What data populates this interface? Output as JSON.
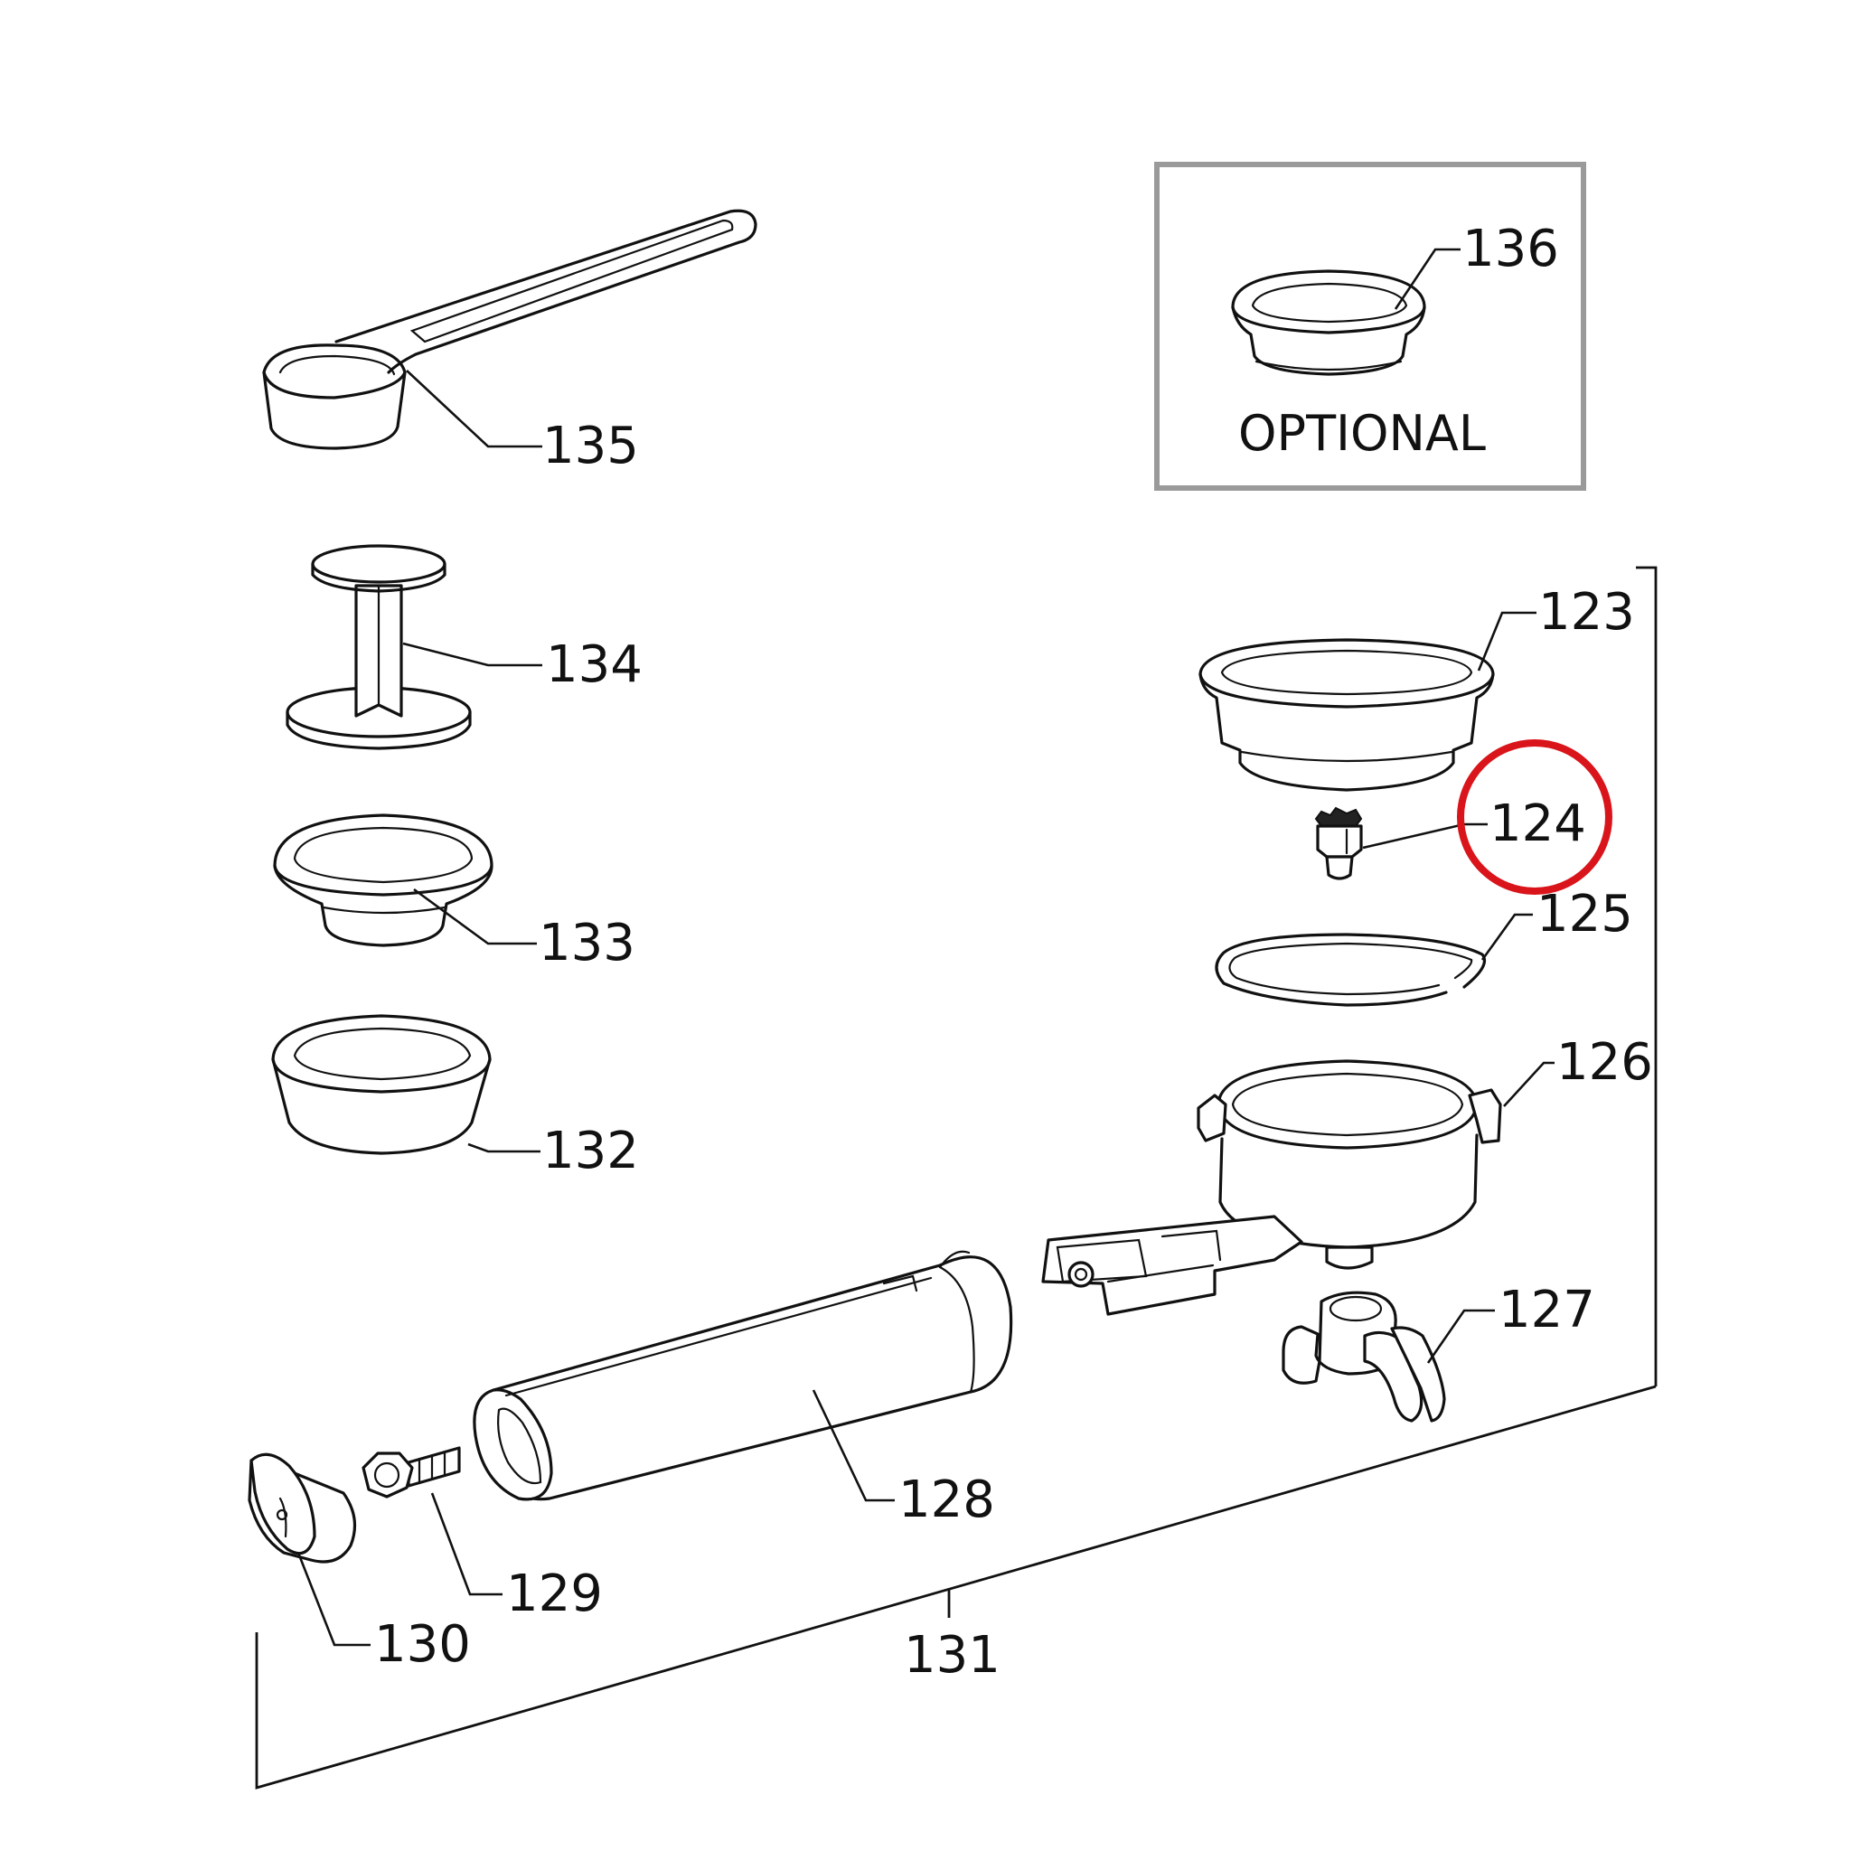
{
  "labels": {
    "p123": "123",
    "p124": "124",
    "p125": "125",
    "p126": "126",
    "p127": "127",
    "p128": "128",
    "p129": "129",
    "p130": "130",
    "p131": "131",
    "p132": "132",
    "p133": "133",
    "p134": "134",
    "p135": "135",
    "p136": "136"
  },
  "optional_box": {
    "caption": "OPTIONAL"
  },
  "highlight": {
    "part": "124",
    "color": "#d9141a"
  }
}
